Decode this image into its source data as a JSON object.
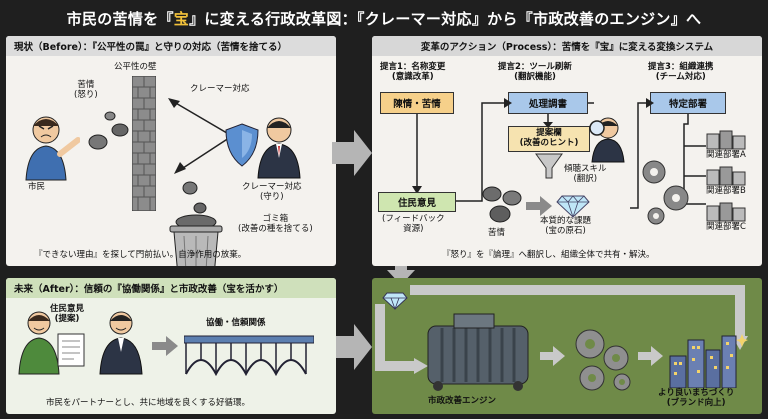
{
  "title": {
    "part1": "市民の苦情を『",
    "highlight": "宝",
    "part2": "』に変える行政改革図：『クレーマー対応』から『市政改善のエンジン』へ"
  },
  "before": {
    "header": "現状（Before）：『公平性の罠』と守りの対応（苦情を捨てる）",
    "wall_label": "公平性の壁",
    "complaint_label": "苦情\n(怒り)",
    "citizen_label": "市民",
    "claimer_label": "クレーマー対応",
    "officer_label": "クレーマー対応\n(守り)",
    "trash_label": "ゴミ箱\n(改善の種を捨てる)",
    "footer": "『できない理由』を探して門前払い。自浄作用の放棄。"
  },
  "process": {
    "header": "変革のアクション（Process）：苦情を『宝』に変える変換システム",
    "step1_title": "提言1：名称変更\n(意識改革)",
    "step1_box": "陳情・苦情",
    "step2_title": "提言2：ツール刷新\n(翻訳機能)",
    "step2_box": "処理調書",
    "hint_box": "提案欄\n(改善のヒント)",
    "skill_label": "傾聴スキル\n(翻訳)",
    "step3_title": "提言3：組織連携\n(チーム対応)",
    "step3_box": "特定部署",
    "opinion_box": "住民意見",
    "opinion_sub": "(フィードバック\n資源)",
    "rocks_label": "苦情",
    "gem_label": "本質的な課題\n(宝の原石)",
    "dept_a": "関連部署A",
    "dept_b": "関連部署B",
    "dept_c": "関連部署C",
    "footer": "『怒り』を『論理』へ翻訳し、組織全体で共有・解決。"
  },
  "after": {
    "header": "未来（After）：信頼の『協働関係』と市政改善（宝を活かす）",
    "opinion_label": "住民意見\n(提案)",
    "bridge_label": "協働・信頼関係",
    "footer": "市民をパートナーとし、共に地域を良くする好循環。"
  },
  "engine": {
    "engine_label": "市政改善エンジン",
    "city_label": "より良いまちづくり\n(ブランド向上)"
  },
  "colors": {
    "title_highlight": "#f3c23b",
    "step_box_orange": "#f6d08a",
    "step_box_blue": "#a9c8ea",
    "opinion_green": "#cfe6b0",
    "engine_bg": "#6f8a48"
  }
}
